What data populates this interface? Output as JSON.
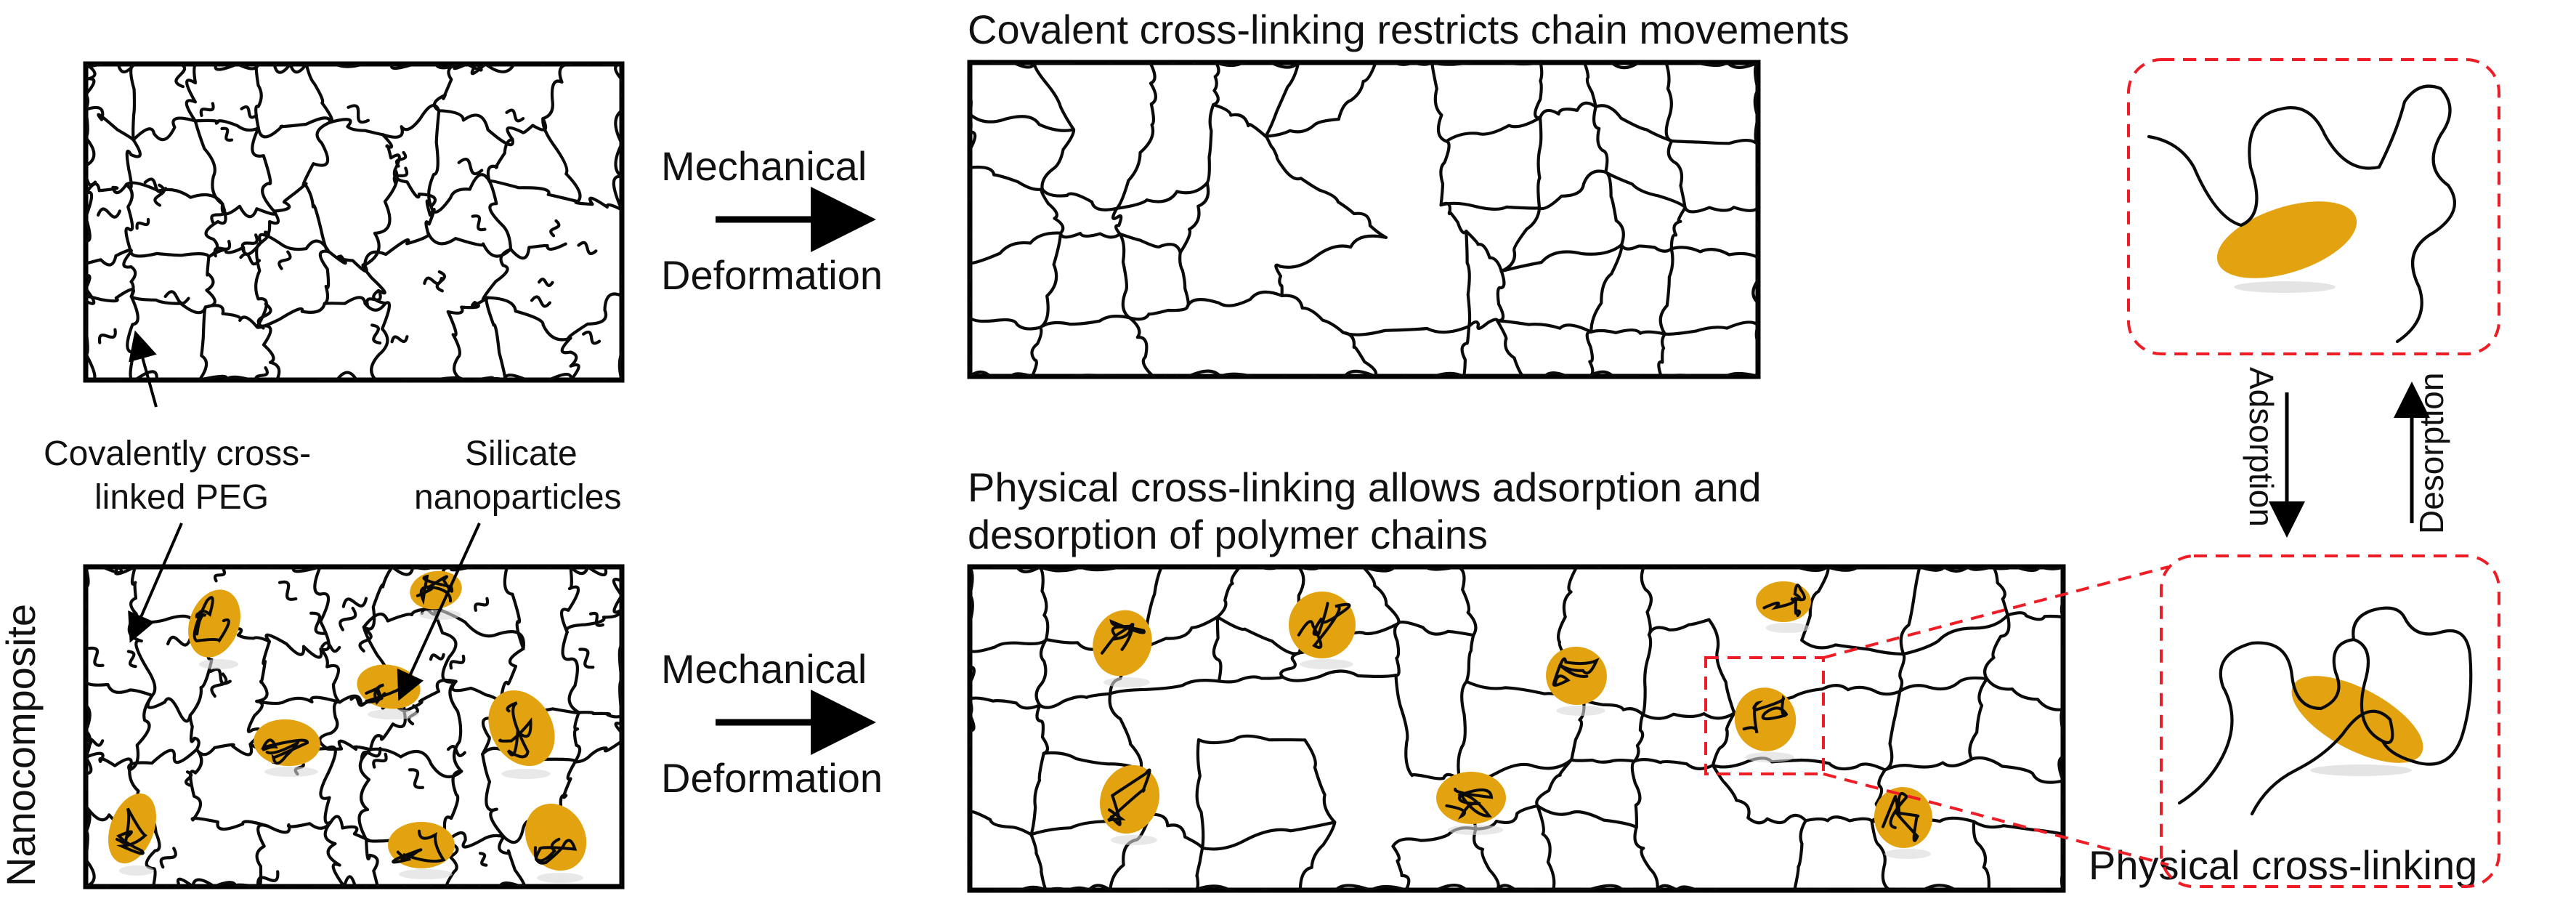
{
  "labels": {
    "top_right_caption": "Covalent cross-linking restricts chain movements",
    "mechanical_top": "Mechanical",
    "deformation_top": "Deformation",
    "mechanical_bottom": "Mechanical",
    "deformation_bottom": "Deformation",
    "covalent_line1": "Covalently cross-",
    "covalent_line2": "linked PEG",
    "silicate_line1": "Silicate",
    "silicate_line2": "nanoparticles",
    "physical_caption_line1": "Physical cross-linking allows adsorption and",
    "physical_caption_line2": "desorption of polymer chains",
    "nanocomposite": "Nanocomposite",
    "adsorption": "Adsorption",
    "desorption": "Desorption",
    "physical_crosslinking": "Physical  cross-linking"
  },
  "colors": {
    "nanoparticle": "#e3a20f",
    "zoom_dash": "#ee1c24",
    "chain": "#0a0a0a"
  }
}
